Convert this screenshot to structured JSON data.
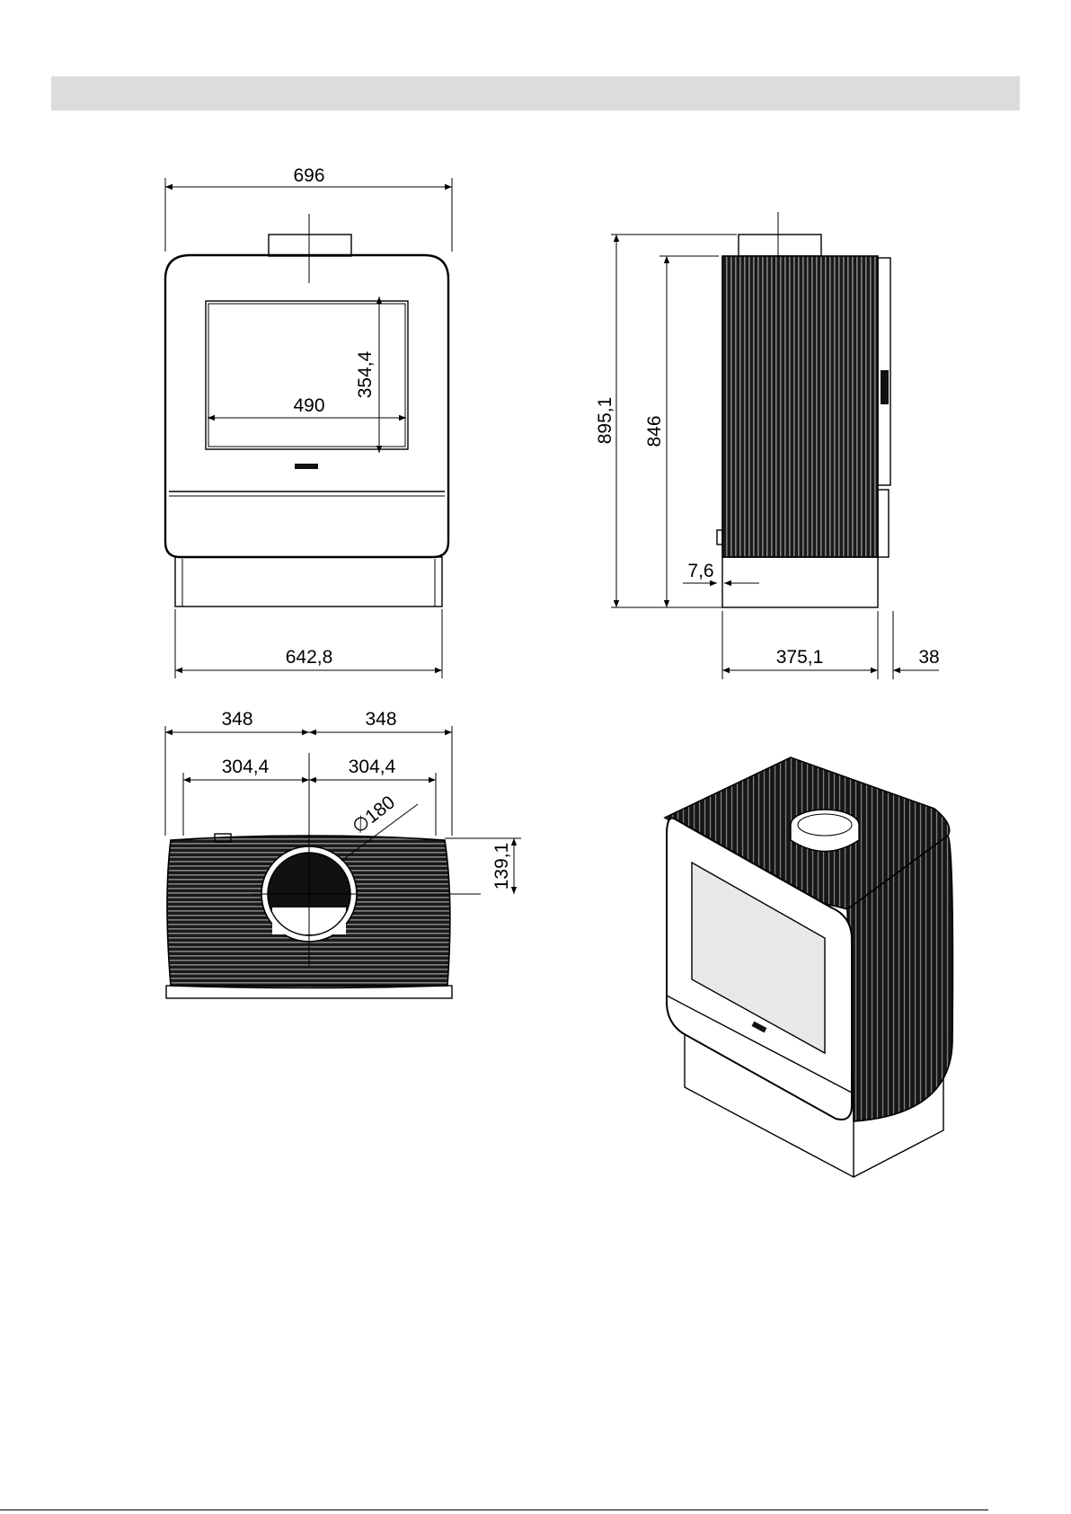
{
  "drawing": {
    "front_view": {
      "overall_width": "696",
      "glass_height": "354,4",
      "glass_width": "490",
      "base_width": "642,8"
    },
    "side_view": {
      "overall_height": "895,1",
      "body_height": "846",
      "base_offset": "7,6",
      "depth": "375,1",
      "handle_depth": "38"
    },
    "top_view": {
      "half_width_left": "348",
      "half_width_right": "348",
      "inner_half_left": "304,4",
      "inner_half_right": "304,4",
      "flue_diameter": "∅180",
      "flue_offset": "139,1"
    }
  },
  "colors": {
    "line": "#000000",
    "header_band": "#dcdcdc",
    "stove_dark": "#111111",
    "glass": "#e8e8e8"
  }
}
